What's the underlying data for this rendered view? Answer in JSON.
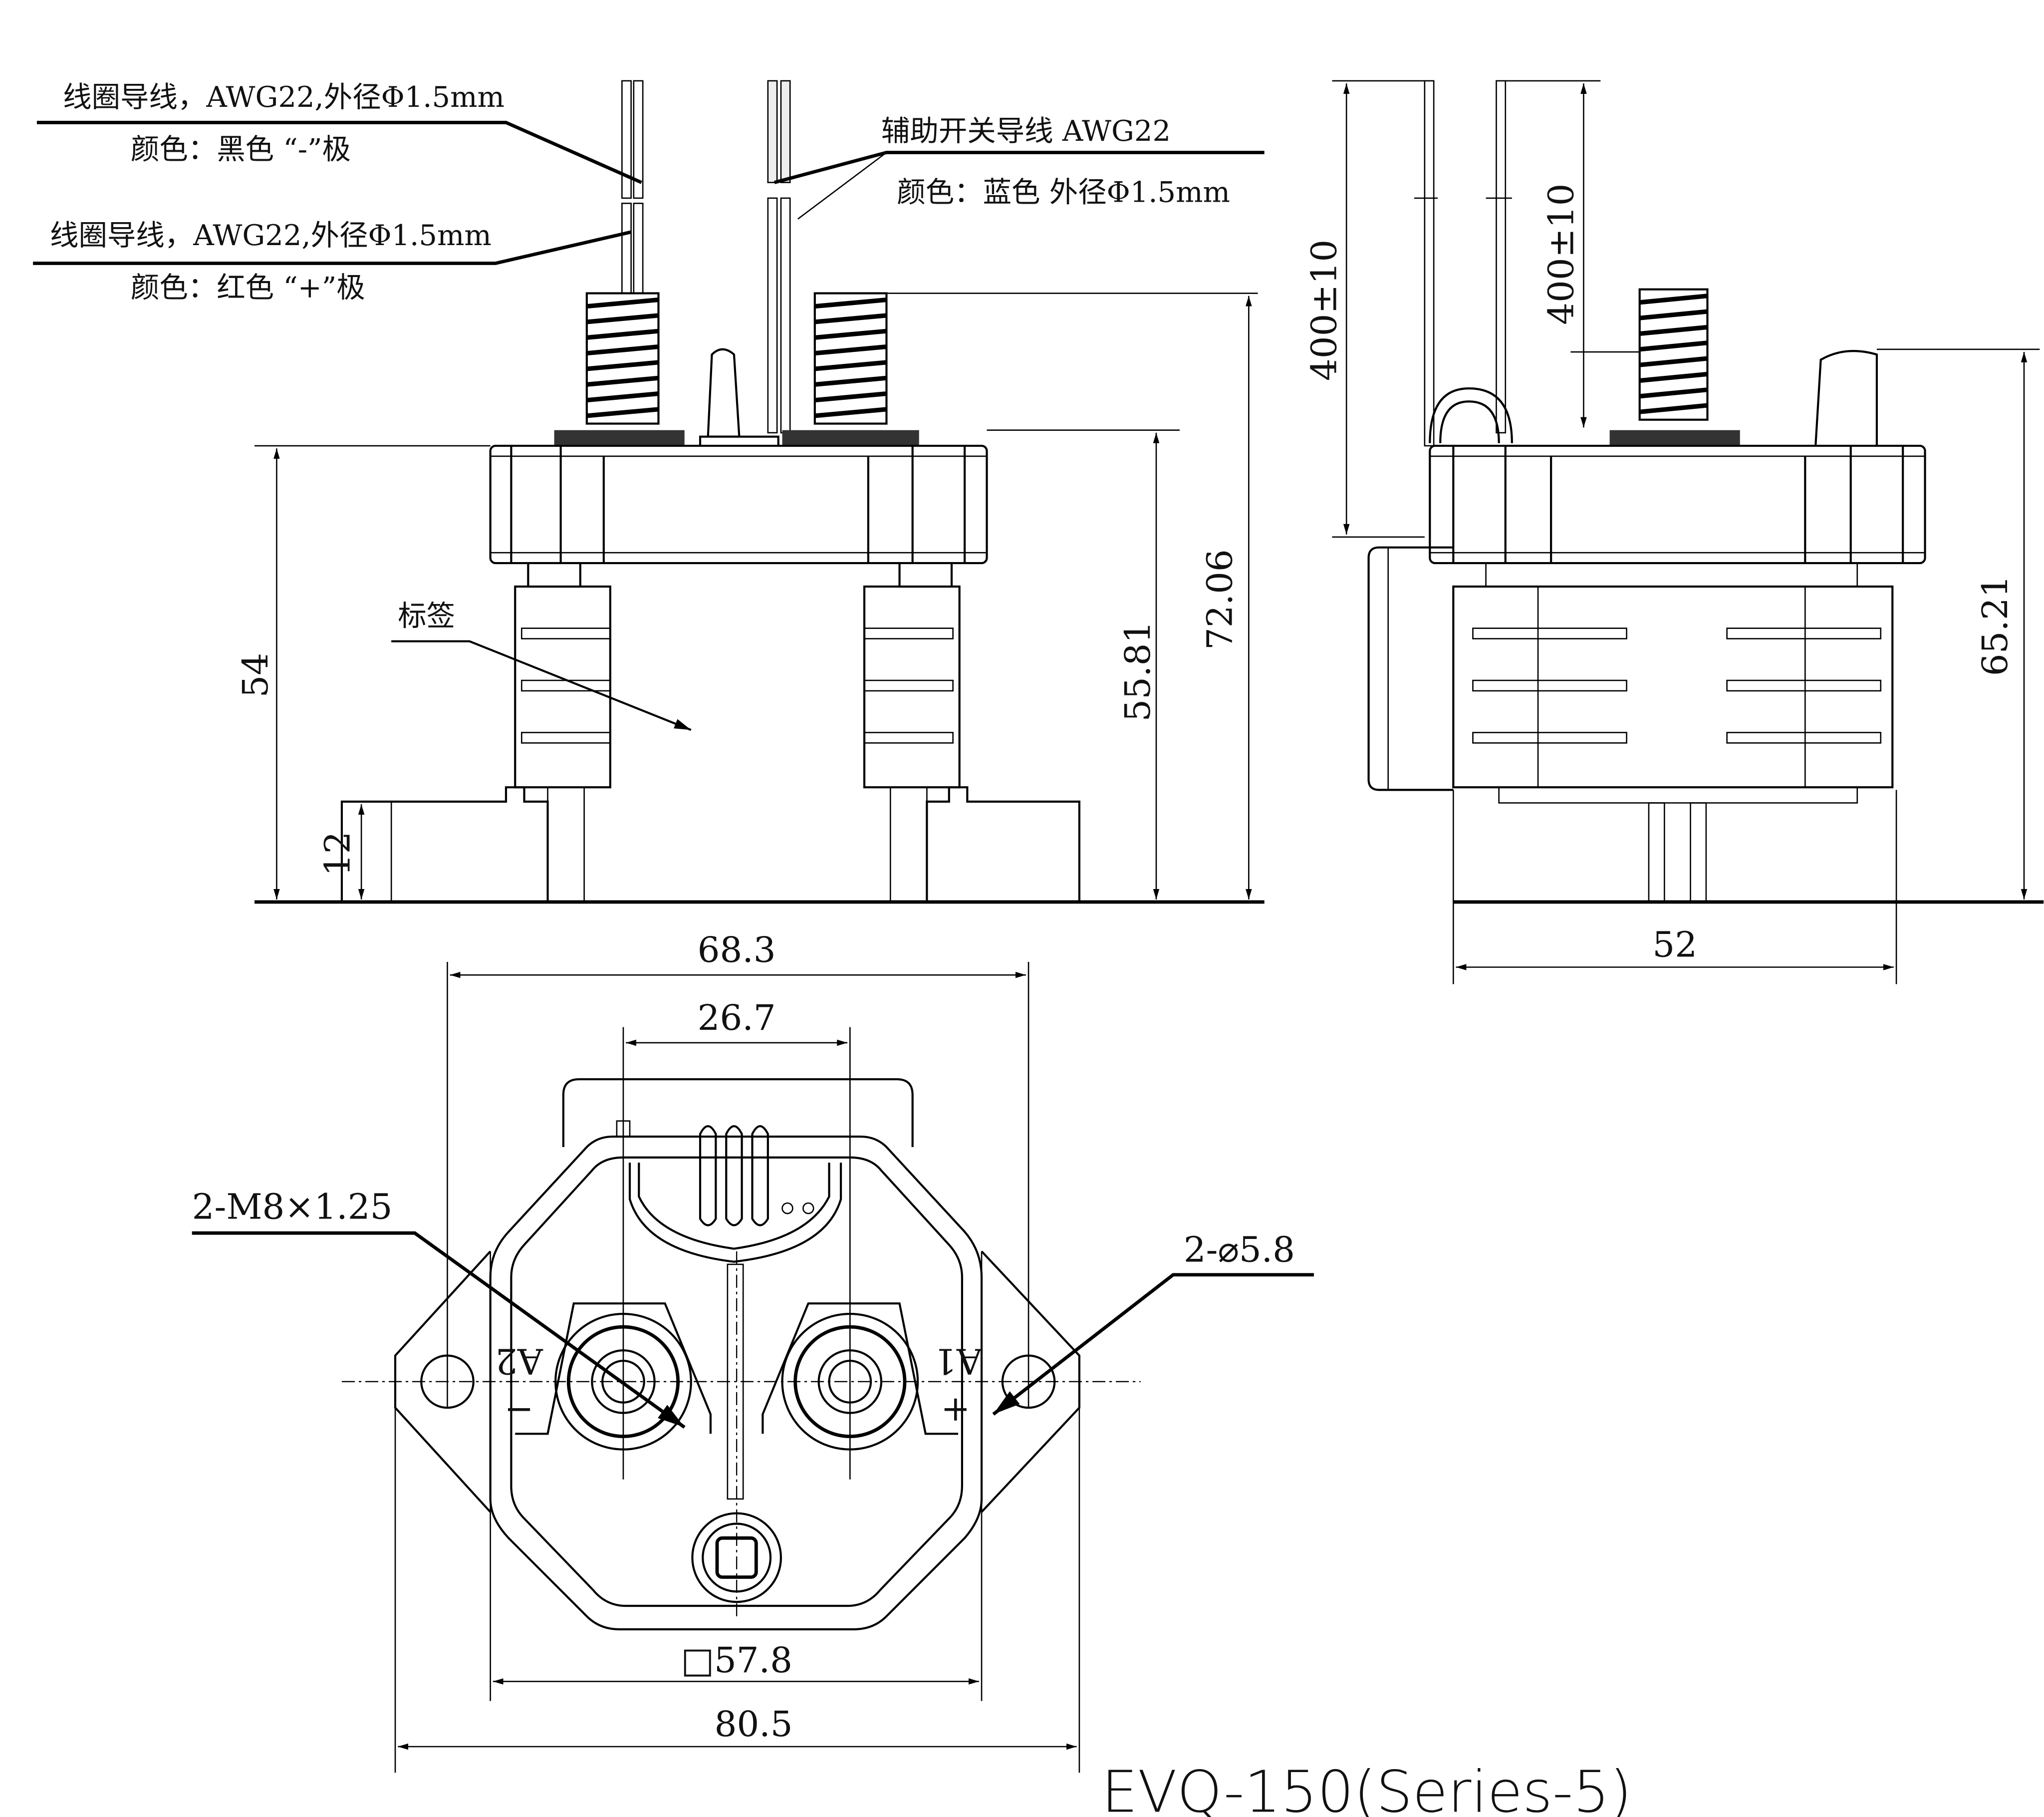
{
  "front_view": {
    "coil_wire_label_1": "线圈导线，AWG22,外径Φ1.5mm",
    "coil_wire_color_1": "颜色：黑色 “-”极",
    "coil_wire_label_2": "线圈导线，AWG22,外径Φ1.5mm",
    "coil_wire_color_2": "颜色：红色 “+”极",
    "aux_wire_label": "辅助开关导线 AWG22",
    "aux_wire_color": "颜色：蓝色 外径Φ1.5mm",
    "label_tag": "标签",
    "dim_height_54": "54",
    "dim_foot_12": "12",
    "dim_height_55_81": "55.81",
    "dim_height_72_06": "72.06"
  },
  "side_view": {
    "dim_wire_length_1": "400±10",
    "dim_wire_length_2": "400±10",
    "dim_height_65_21": "65.21",
    "dim_width_52": "52"
  },
  "bottom_view": {
    "dim_hole_spacing": "68.3",
    "dim_terminal_spacing": "26.7",
    "thread_spec": "2-M8×1.25",
    "hole_spec": "2-⌀5.8",
    "dim_body_square": "□57.8",
    "dim_overall_width": "80.5",
    "terminal_a2": "A2",
    "terminal_a1": "A1",
    "polarity_minus": "−",
    "polarity_plus": "+"
  },
  "title": "EVQ-150(Series-5)"
}
